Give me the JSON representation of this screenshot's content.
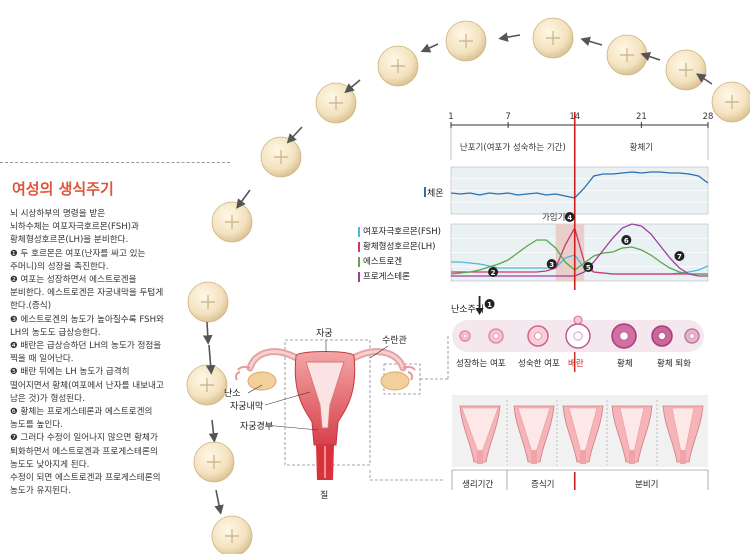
{
  "title": "여성의 생식주기",
  "description": [
    "뇌 시상하부의 명령을 받은",
    "뇌하수체는 여포자극호르몬(FSH)과",
    "황체형성호르몬(LH)을 분비한다.",
    "❶ 두 호르몬은 여포(난자를 싸고 있는",
    "주머니)의 성장을 촉진한다.",
    "❷ 여포는 성장하면서 에스트로겐을",
    "분비한다. 에스트로겐은 자궁내막을 두텁게",
    "한다.(증식)",
    "❸ 에스트로겐의 농도가 높아질수록 FSH와",
    "LH의 농도도 급상승한다.",
    "❹ 배란은 급상승하던 LH의 농도가 정점을",
    "찍을 때 일어난다.",
    "❺ 배란 뒤에는 LH 농도가 급격히",
    "떨어지면서 황체(여포에서 난자를 내보내고",
    "남은 것)가 형성된다.",
    "❻ 황체는 프로게스테론과 에스트로겐의",
    "농도를 높인다.",
    "❼ 그러다 수정이 일어나지 않으면 황체가",
    "퇴화하면서 에스트로겐과 프로게스테론의",
    "농도도 낮아지게 된다.",
    "수정이 되면 에스트로겐과 프로게스테론의",
    "농도가 유지된다."
  ],
  "days": [
    "1",
    "7",
    "14",
    "21",
    "28"
  ],
  "phases_top": {
    "follicular": "난포기(여포가 성숙하는 기간)",
    "luteal": "황체기"
  },
  "body_temp_label": "체온",
  "legend": {
    "fsh": "여포자극호르몬(FSH)",
    "lh": "황체형성호르몬(LH)",
    "estrogen": "에스트로겐",
    "progesterone": "프로게스테론"
  },
  "ovulation_window_label": "가임기",
  "markers": {
    "m1": "❶",
    "m2": "❷",
    "m3": "❸",
    "m4": "❹",
    "m5": "❺",
    "m6": "❻",
    "m7": "❼"
  },
  "ovarian_cycle_label": "난소주기",
  "ovarian_stages": [
    "성장하는 여포",
    "성숙한 여포",
    "배란",
    "황체",
    "황체 퇴화"
  ],
  "uterine_phases": {
    "menses": "생리기간",
    "proliferative": "증식기",
    "secretory": "분비기"
  },
  "anatomy": {
    "uterus": "자궁",
    "fallopian_tube": "수란관",
    "ovary": "난소",
    "endometrium": "자궁내막",
    "cervix": "자궁경부",
    "vagina": "질"
  },
  "colors": {
    "accent": "#e0563b",
    "fsh": "#4fb6e0",
    "lh": "#d6336c",
    "estrogen": "#5aa84a",
    "progesterone": "#9b3fa0",
    "temperature": "#2a6fb5",
    "ovulation": "#cc1f1f"
  }
}
